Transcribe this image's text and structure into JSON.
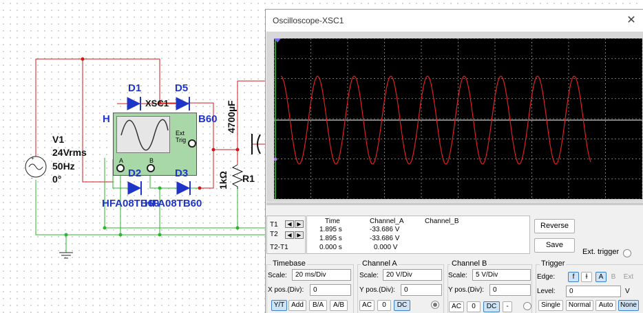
{
  "schematic": {
    "source": {
      "name": "V1",
      "voltage": "24Vrms",
      "frequency": "50Hz",
      "phase": "0°"
    },
    "diodes": [
      {
        "ref": "D1"
      },
      {
        "ref": "D5"
      },
      {
        "ref": "D2"
      },
      {
        "ref": "D3"
      }
    ],
    "diode_parts": {
      "left": "HFA08TB60",
      "right": "HFA08TB60"
    },
    "top_partial_left": "H",
    "top_partial_right": "B60",
    "scope_ref": "XSC1",
    "scope_terminals": {
      "a": "A",
      "b": "B",
      "ext": "Ext Trig"
    },
    "capacitor": {
      "value": "4700µF"
    },
    "resistor": {
      "value": "1kΩ",
      "name": "R1"
    }
  },
  "window": {
    "title": "Oscilloscope-XSC1",
    "close": "✕"
  },
  "cursor_table": {
    "rows": [
      "T1",
      "T2",
      "T2-T1"
    ],
    "headers": {
      "time": "Time",
      "a": "Channel_A",
      "b": "Channel_B"
    },
    "values": [
      {
        "time": "1.895 s",
        "a": "-33.686 V",
        "b": ""
      },
      {
        "time": "1.895 s",
        "a": "-33.686 V",
        "b": ""
      },
      {
        "time": "0.000 s",
        "a": "0.000 V",
        "b": ""
      }
    ]
  },
  "buttons": {
    "reverse": "Reverse",
    "save": "Save",
    "ext_trigger": "Ext. trigger"
  },
  "timebase": {
    "title": "Timebase",
    "scale_label": "Scale:",
    "scale": "20 ms/Div",
    "xpos_label": "X pos.(Div):",
    "xpos": "0",
    "modes": [
      "Y/T",
      "Add",
      "B/A",
      "A/B"
    ]
  },
  "channel_a": {
    "title": "Channel A",
    "scale_label": "Scale:",
    "scale": "20 V/Div",
    "ypos_label": "Y pos.(Div):",
    "ypos": "0",
    "coupling": [
      "AC",
      "0",
      "DC"
    ]
  },
  "channel_b": {
    "title": "Channel B",
    "scale_label": "Scale:",
    "scale": "5 V/Div",
    "ypos_label": "Y pos.(Div):",
    "ypos": "0",
    "coupling": [
      "AC",
      "0",
      "DC",
      "-"
    ]
  },
  "trigger": {
    "title": "Trigger",
    "edge_label": "Edge:",
    "edges": [
      "f",
      "ɫ"
    ],
    "sources": [
      "A",
      "B",
      "Ext"
    ],
    "level_label": "Level:",
    "level": "0",
    "level_unit": "V",
    "modes": [
      "Single",
      "Normal",
      "Auto",
      "None"
    ]
  },
  "waveform": {
    "color": "#e02020",
    "trace_b_color": "#ffffff",
    "grid_color": "#9a9a9a",
    "cycles_visible": 9
  }
}
